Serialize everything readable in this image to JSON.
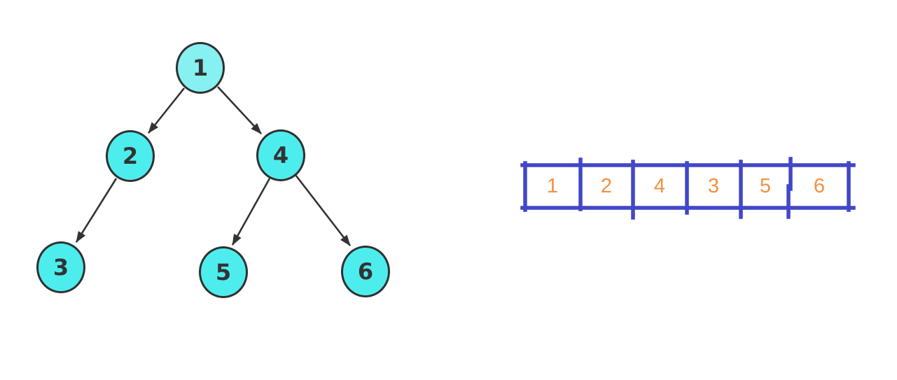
{
  "diagram": {
    "kind": "binary-tree-with-array-representation"
  },
  "tree": {
    "nodes": [
      {
        "label": "1",
        "role": "root"
      },
      {
        "label": "2",
        "role": "left-child-of-1"
      },
      {
        "label": "4",
        "role": "right-child-of-1"
      },
      {
        "label": "3",
        "role": "left-child-of-2"
      },
      {
        "label": "5",
        "role": "left-child-of-4"
      },
      {
        "label": "6",
        "role": "right-child-of-4"
      }
    ],
    "edges": [
      {
        "from": "1",
        "to": "2"
      },
      {
        "from": "1",
        "to": "4"
      },
      {
        "from": "2",
        "to": "3"
      },
      {
        "from": "4",
        "to": "5"
      },
      {
        "from": "4",
        "to": "6"
      }
    ]
  },
  "array": {
    "cells": [
      "1",
      "2",
      "4",
      "3",
      "5",
      "6"
    ]
  },
  "colors": {
    "background": "#ffffff",
    "node_fill": "#4deded",
    "root_node_fill": "#87f0f0",
    "node_border": "#303030",
    "node_text": "#333333",
    "edge_arrow": "#333333",
    "array_border": "#4147c8",
    "array_text": "#f4903f"
  }
}
